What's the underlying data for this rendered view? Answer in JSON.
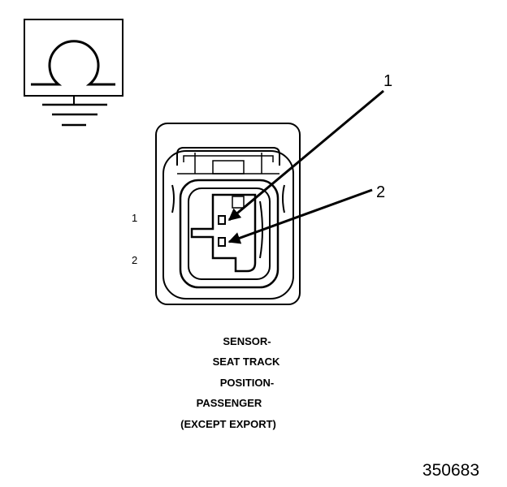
{
  "pin_labels": [
    "1",
    "2"
  ],
  "callouts": [
    "1",
    "2"
  ],
  "title_lines": [
    "SENSOR-",
    "SEAT TRACK",
    "POSITION-",
    "PASSENGER",
    "(EXCEPT EXPORT)"
  ],
  "figure_number": "350683",
  "icons": {
    "symbol": "omega-ohm-symbol-icon",
    "ground": "ground-symbol-icon",
    "connector": "connector-face-icon"
  },
  "colors": {
    "line": "#000000",
    "background": "#ffffff"
  }
}
